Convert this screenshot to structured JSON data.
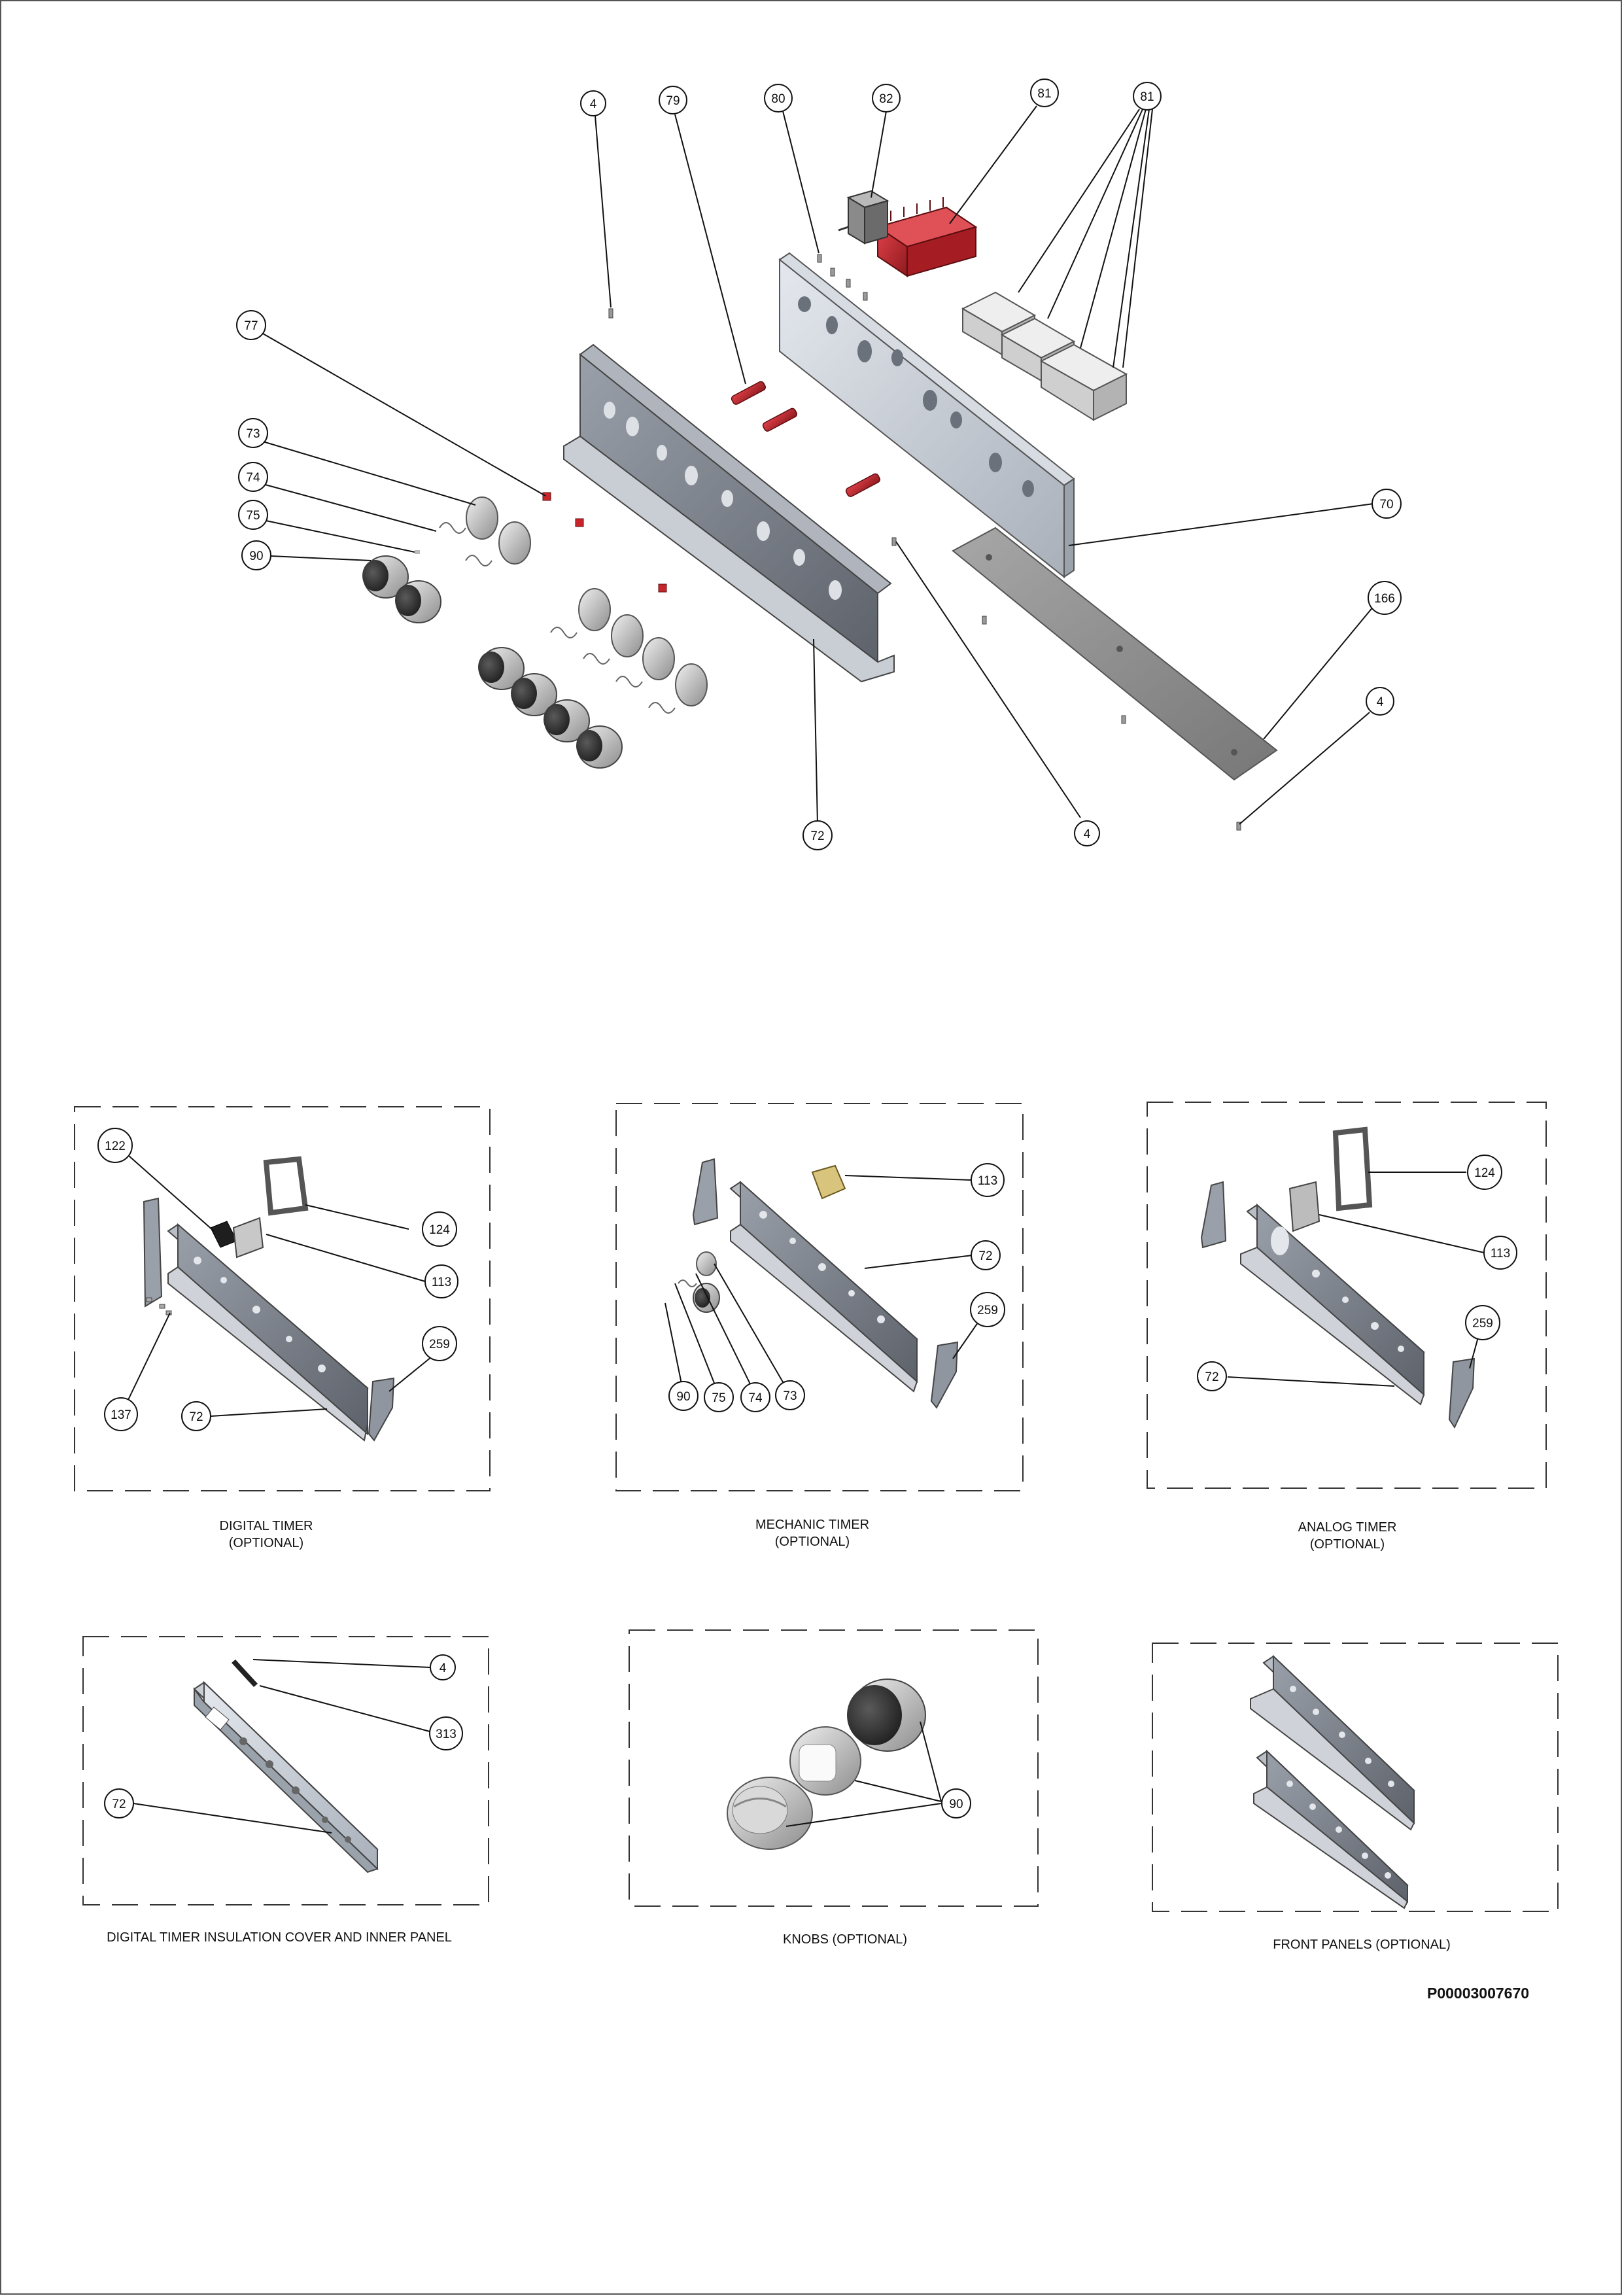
{
  "drawing_number": "P00003007670",
  "main_assembly": {
    "callouts": [
      "4",
      "79",
      "80",
      "82",
      "81",
      "81",
      "77",
      "73",
      "74",
      "75",
      "90",
      "70",
      "166",
      "4",
      "72",
      "4"
    ]
  },
  "detail_views": [
    {
      "title_line1": "DIGITAL TIMER",
      "title_line2": "(OPTIONAL)",
      "callouts": [
        "122",
        "124",
        "113",
        "137",
        "72",
        "259"
      ]
    },
    {
      "title_line1": "MECHANIC TIMER",
      "title_line2": "(OPTIONAL)",
      "callouts": [
        "113",
        "72",
        "259",
        "90",
        "75",
        "74",
        "73"
      ]
    },
    {
      "title_line1": "ANALOG TIMER",
      "title_line2": "(OPTIONAL)",
      "callouts": [
        "124",
        "113",
        "72",
        "259"
      ]
    },
    {
      "title_line1": "DIGITAL TIMER INSULATION COVER AND INNER PANEL",
      "title_line2": "",
      "callouts": [
        "4",
        "313",
        "72"
      ]
    },
    {
      "title_line1": "KNOBS  (OPTIONAL)",
      "title_line2": "",
      "callouts": [
        "90"
      ]
    },
    {
      "title_line1": "FRONT PANELS  (OPTIONAL)",
      "title_line2": "",
      "callouts": []
    }
  ],
  "colors": {
    "line": "#222222",
    "panel": "#8a8f98",
    "panel_light": "#c5cad2",
    "red_part": "#c8252b",
    "dash": "#333333"
  }
}
